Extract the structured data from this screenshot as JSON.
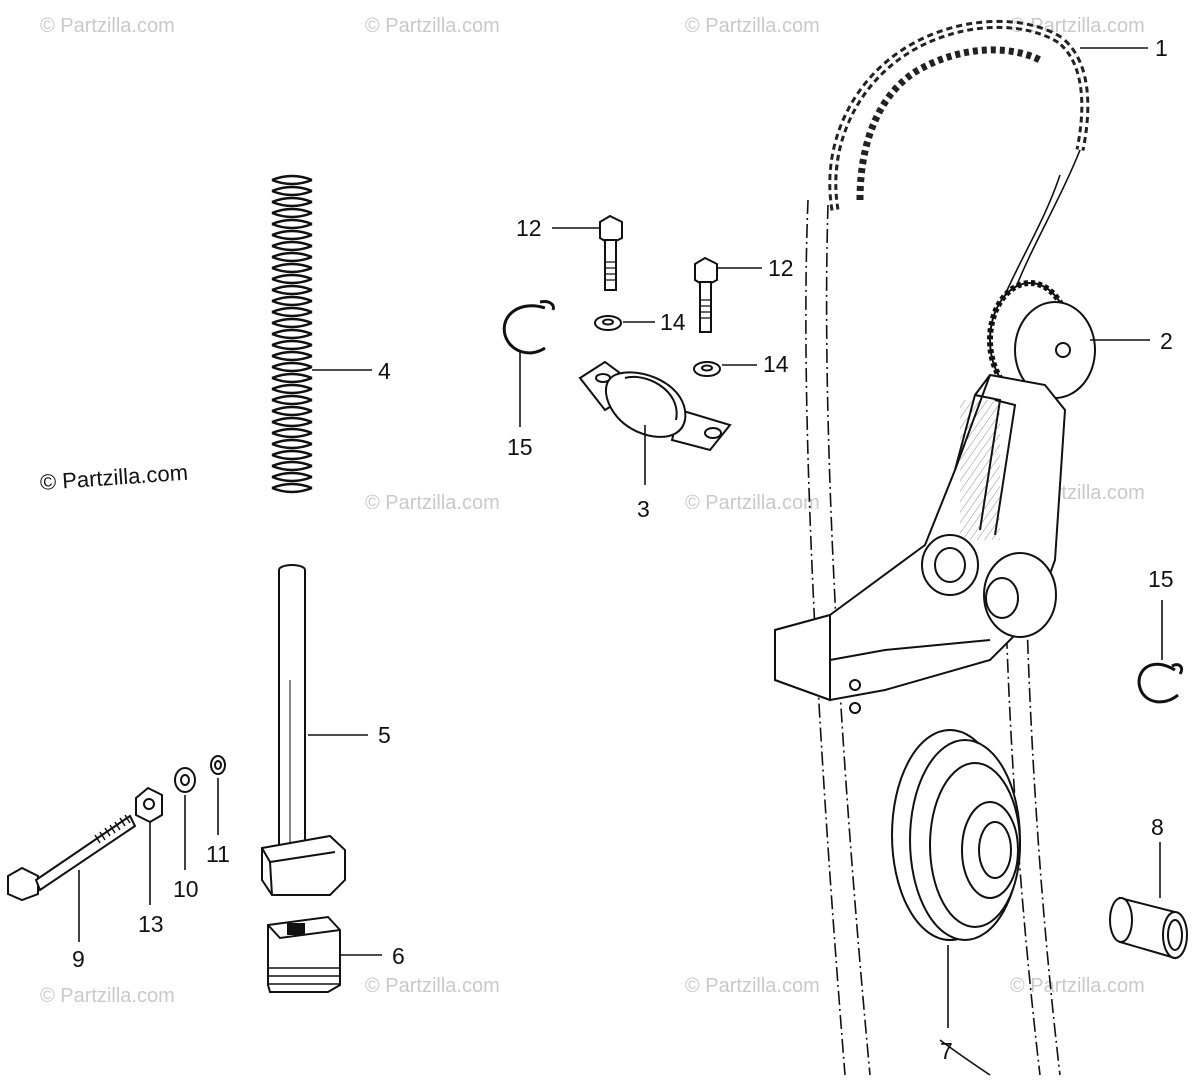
{
  "copyright": "© Partzilla.com",
  "watermark": "© Partzilla.com",
  "callouts": {
    "c1": "1",
    "c2": "2",
    "c3": "3",
    "c4": "4",
    "c5": "5",
    "c6": "6",
    "c7": "7",
    "c8": "8",
    "c9": "9",
    "c10": "10",
    "c11": "11",
    "c12a": "12",
    "c12b": "12",
    "c13": "13",
    "c14a": "14",
    "c14b": "14",
    "c15a": "15",
    "c15b": "15"
  },
  "parts": {
    "p1": "cam-chain",
    "p2": "chain-tensioner-roller",
    "p3": "tensioner-pivot",
    "p4": "tensioner-spring",
    "p5": "tensioner-push-rod",
    "p6": "rubber-cushion",
    "p7": "guide-roller",
    "p8": "collar",
    "p9": "adjuster-bolt",
    "p10": "washer",
    "p11": "small-washer",
    "p12": "bolt",
    "p13": "lock-nut",
    "p14": "washer",
    "p15": "circlip"
  }
}
